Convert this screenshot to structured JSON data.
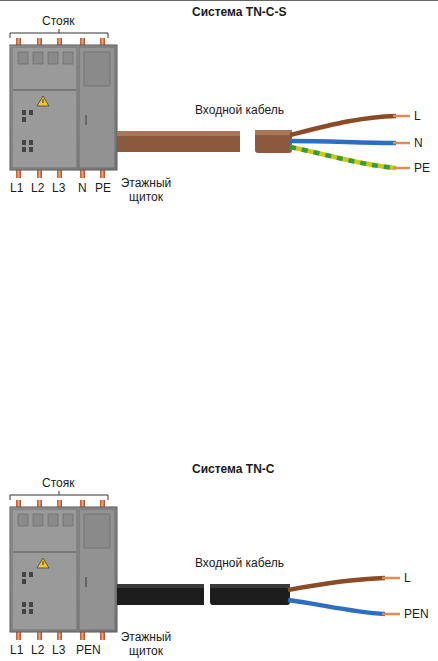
{
  "diagram": {
    "labels": [
      "Система TN-C-S",
      "Стояк",
      "Входной кабель",
      "L",
      "N",
      "PE",
      "L1",
      "L2",
      "L3",
      "N",
      "PE",
      "Этажный щиток",
      "Система TN-C",
      "Стояк",
      "Входной кабель",
      "L",
      "PEN",
      "L1",
      "L2",
      "L3",
      "PEN",
      "Этажный щиток"
    ]
  }
}
